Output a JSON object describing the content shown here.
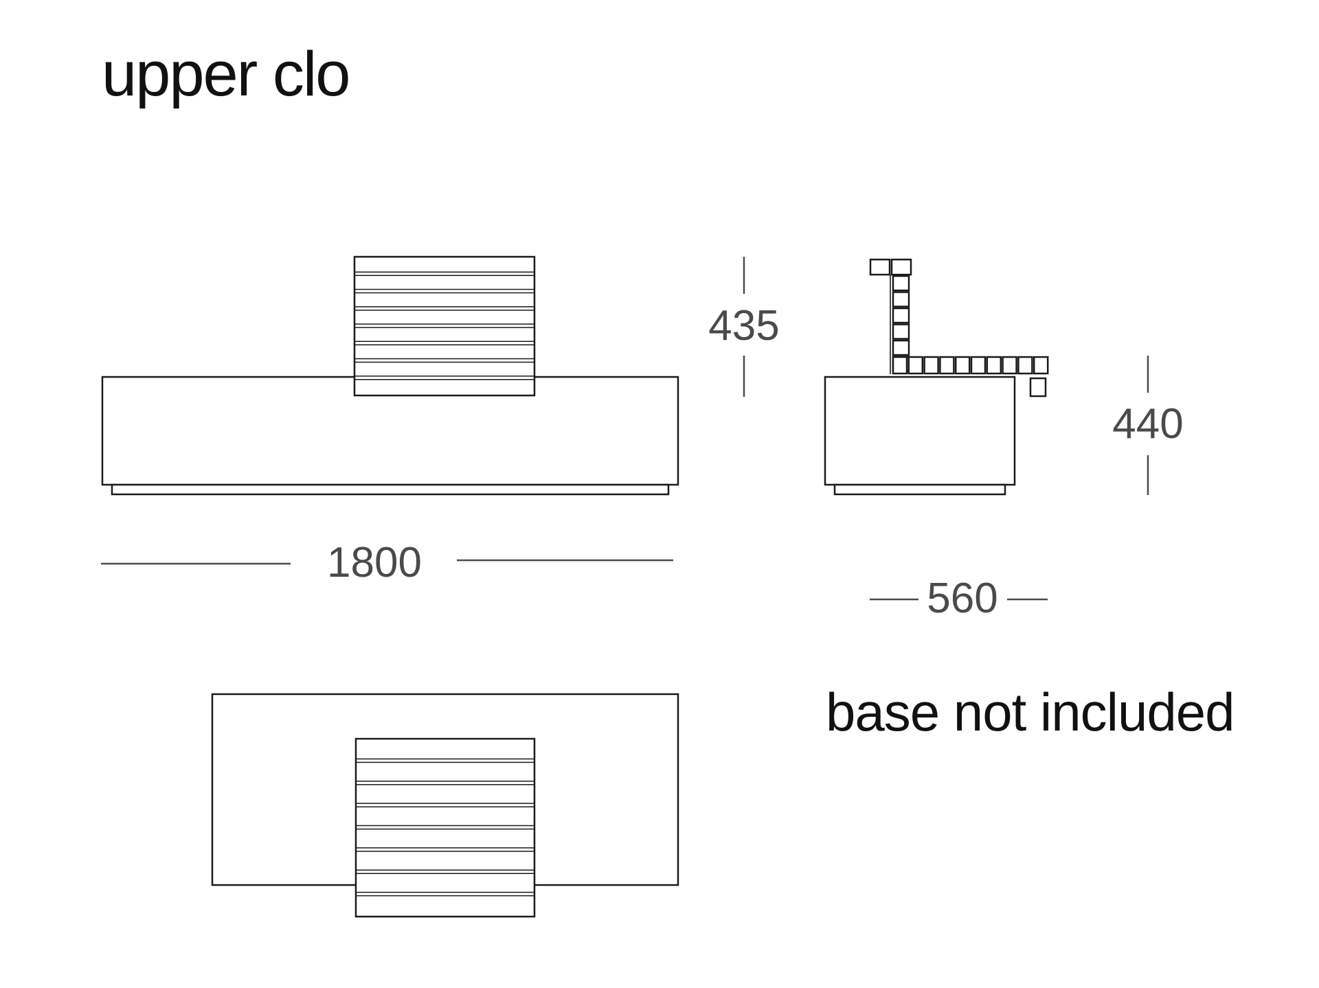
{
  "title": "upper clo",
  "note": "base not included",
  "dimensions": {
    "width": "1800",
    "depth": "560",
    "backrest_height": "435",
    "seat_height": "440"
  },
  "slat_count": 8,
  "side_slat_count": 10
}
